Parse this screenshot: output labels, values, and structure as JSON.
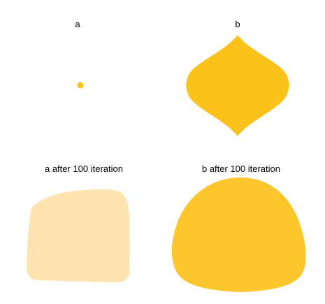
{
  "panels": {
    "a": {
      "label": "a"
    },
    "b": {
      "label": "b"
    },
    "a_after": {
      "label": "a after 100 iteration"
    },
    "b_after": {
      "label": "b after 100 iteration"
    }
  },
  "colors": {
    "shape_a": "#fcc21c",
    "shape_b": "#fcc21c",
    "shape_a_after": "#fde4b0",
    "shape_b_after": "#fdc62c",
    "background": "#ffffff",
    "text": "#000000"
  }
}
